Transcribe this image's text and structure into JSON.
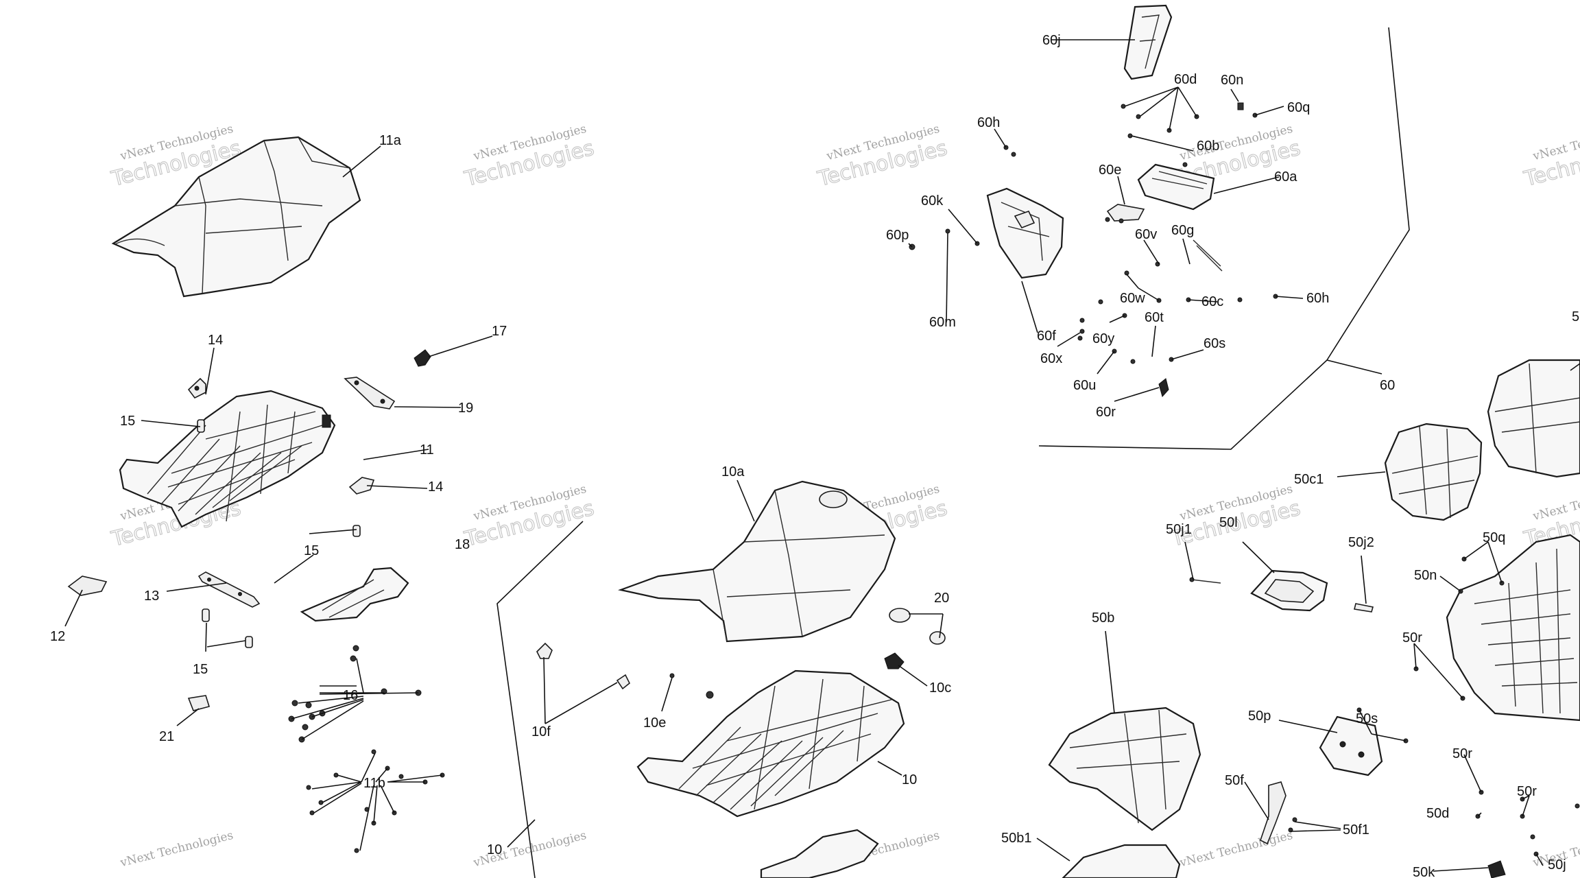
{
  "watermark": {
    "line1": "vNext Technologies",
    "line2": "Technologies"
  },
  "callouts": {
    "c11a": "11a",
    "c14a": "14",
    "c17": "17",
    "c15a": "15",
    "c19": "19",
    "c11": "11",
    "c14b": "14",
    "c18": "18",
    "c15b": "15",
    "c13": "13",
    "c12": "12",
    "c15c": "15",
    "c16": "16",
    "c21": "21",
    "c11b": "11b",
    "c10a": "10a",
    "c20": "20",
    "c10f": "10f",
    "c10e": "10e",
    "c10c": "10c",
    "c10_main": "10",
    "c10_lower": "10",
    "c60j": "60j",
    "c60d": "60d",
    "c60n": "60n",
    "c60q": "60q",
    "c60h_top": "60h",
    "c60b": "60b",
    "c60e": "60e",
    "c60a": "60a",
    "c60k": "60k",
    "c60p": "60p",
    "c60v": "60v",
    "c60g": "60g",
    "c60w": "60w",
    "c60c": "60c",
    "c60h_right": "60h",
    "c60t": "60t",
    "c60f": "60f",
    "c60y": "60y",
    "c60x": "60x",
    "c60s": "60s",
    "c60m": "60m",
    "c60u": "60u",
    "c60r": "60r",
    "c60": "60",
    "c50c1": "50c1",
    "c50j1": "50j1",
    "c50l": "50l",
    "c50j2": "50j2",
    "c50q": "50q",
    "c50n": "50n",
    "c50b": "50b",
    "c50r_a": "50r",
    "c50p": "50p",
    "c50s": "50s",
    "c50r_b": "50r",
    "c50f": "50f",
    "c50f1": "50f1",
    "c50r_c": "50r",
    "c50d": "50d",
    "c50b1": "50b1",
    "c50k": "50k",
    "c50j": "50j",
    "c5x": "5"
  }
}
